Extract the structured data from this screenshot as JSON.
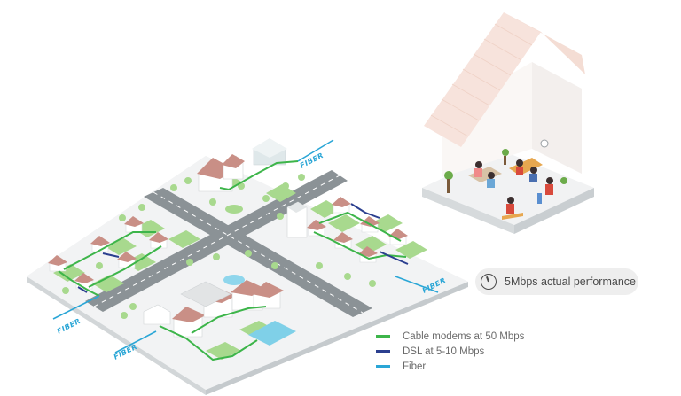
{
  "fiber_labels": [
    "FIBER",
    "FIBER",
    "FIBER",
    "FIBER"
  ],
  "performance": {
    "icon": "speedometer-icon",
    "text": "5Mbps actual performance"
  },
  "legend": [
    {
      "label": "Cable modems at 50 Mbps",
      "color": "#3db54a"
    },
    {
      "label": "DSL at 5-10 Mbps",
      "color": "#2b3f8f"
    },
    {
      "label": "Fiber",
      "color": "#2aa6d6"
    }
  ]
}
